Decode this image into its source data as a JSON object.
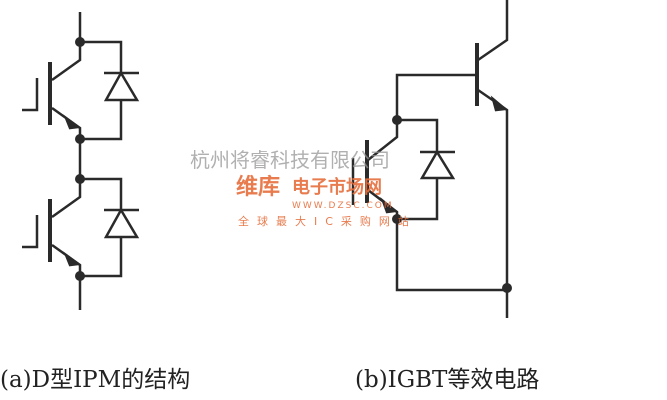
{
  "captions": {
    "a": "(a)D型IPM的结构",
    "b": "(b)IGBT等效电路"
  },
  "watermark": {
    "company": "杭州将睿科技有限公司",
    "brand": "维库",
    "brand_sub": "电子市场网",
    "url": "WWW.DZSC.COM",
    "slogan": "全球最大IC采购网站"
  },
  "colors": {
    "line": "#2a2a2a",
    "watermark": "#e66e3c"
  }
}
